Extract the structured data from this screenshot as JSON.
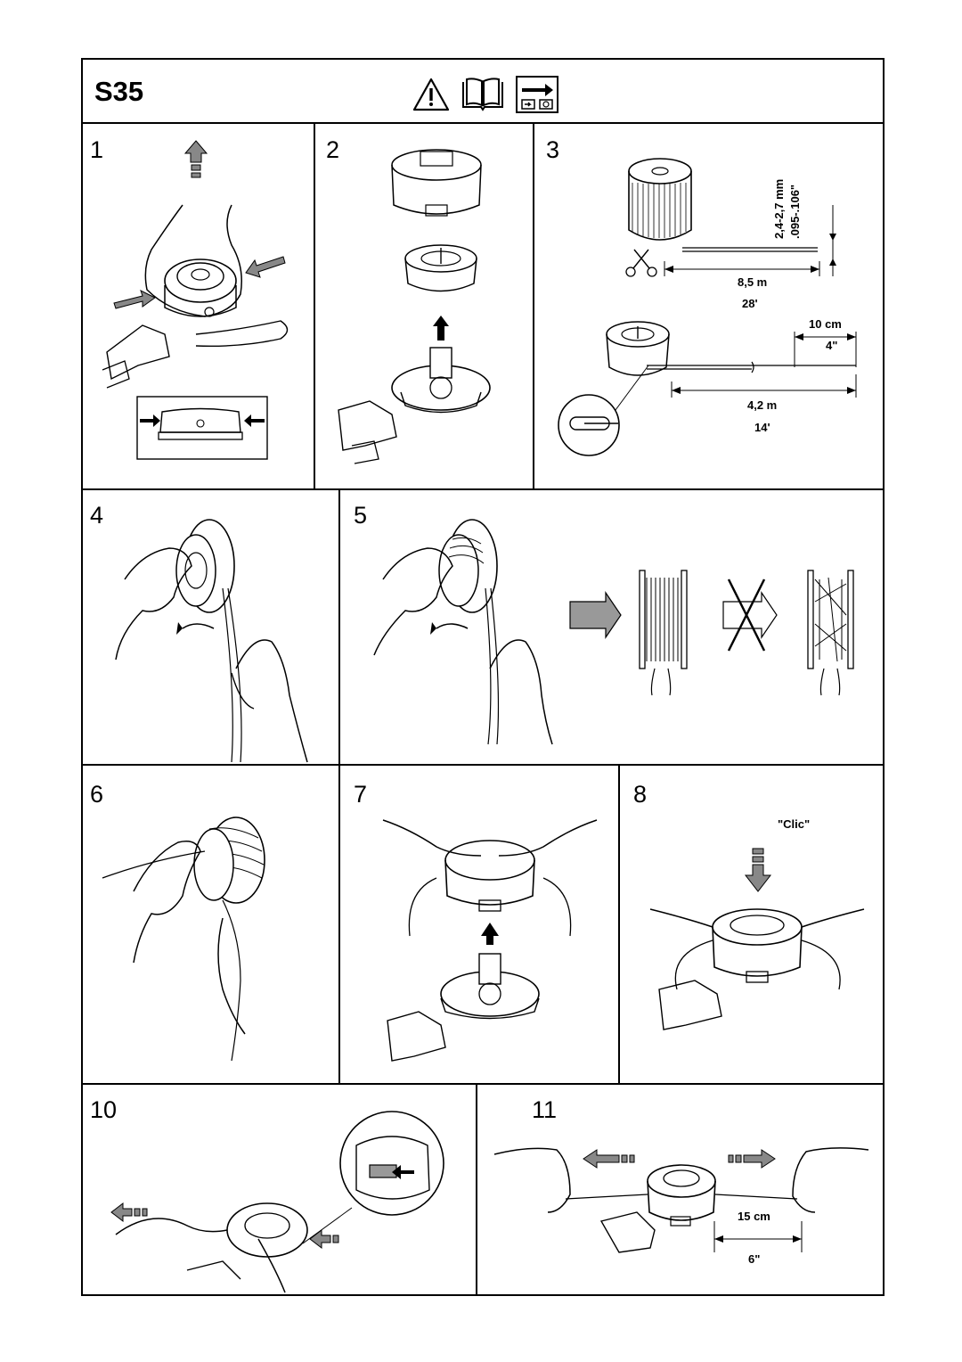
{
  "header": {
    "model": "S35",
    "icons": [
      "warning-triangle-icon",
      "manual-book-icon",
      "switch-panel-icon"
    ]
  },
  "steps": [
    {
      "number": "1"
    },
    {
      "number": "2"
    },
    {
      "number": "3"
    },
    {
      "number": "4"
    },
    {
      "number": "5"
    },
    {
      "number": "6"
    },
    {
      "number": "7"
    },
    {
      "number": "8"
    },
    {
      "number": "10"
    },
    {
      "number": "11"
    }
  ],
  "step3": {
    "line_diameter_mm": "2,4-2,7 mm",
    "line_diameter_in": ".095-.106\"",
    "length_m": "8,5 m",
    "length_ft": "28'",
    "end_cm": "10 cm",
    "end_in": "4\"",
    "half_m": "4,2 m",
    "half_ft": "14'"
  },
  "step8": {
    "sound": "\"Clic\""
  },
  "step11": {
    "length_cm": "15 cm",
    "length_in": "6\""
  }
}
